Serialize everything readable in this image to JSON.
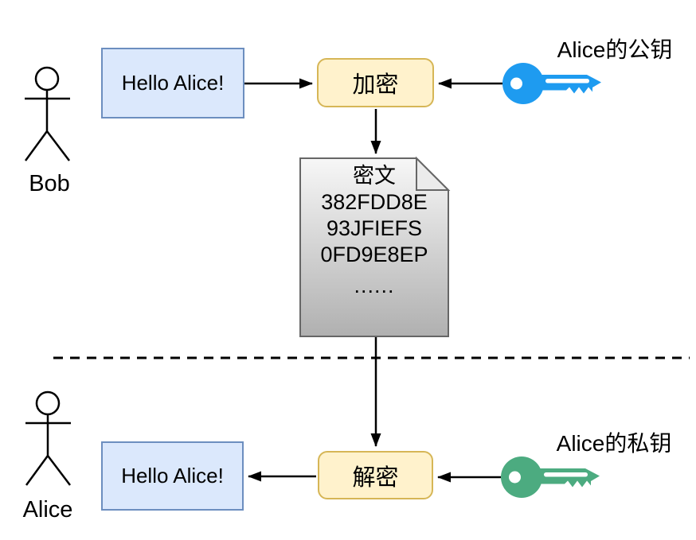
{
  "actors": {
    "bob": {
      "label": "Bob"
    },
    "alice": {
      "label": "Alice"
    }
  },
  "flow": {
    "plaintext_top": "Hello Alice!",
    "encrypt_label": "加密",
    "decrypt_label": "解密",
    "plaintext_bottom": "Hello Alice!",
    "public_key_label": "Alice的公钥",
    "private_key_label": "Alice的私钥"
  },
  "ciphertext_document": {
    "title": "密文",
    "lines": [
      "382FDD8E",
      "93JFIEFS",
      "0FD9E8EP",
      "......"
    ]
  },
  "icons": {
    "public_key": "key-icon",
    "private_key": "key-icon",
    "bob": "person-icon",
    "alice": "person-icon",
    "ciphertext": "document-icon"
  },
  "colors": {
    "message_fill": "#dbe8fc",
    "message_border": "#6c8ebf",
    "process_fill": "#fff2cc",
    "process_border": "#d6b656",
    "public_key_color": "#1e9bf0",
    "private_key_color": "#4cab80",
    "doc_gradient_top": "#f7f7f7",
    "doc_gradient_bottom": "#b0b0b0",
    "doc_border": "#666666",
    "line_color": "#000000"
  }
}
